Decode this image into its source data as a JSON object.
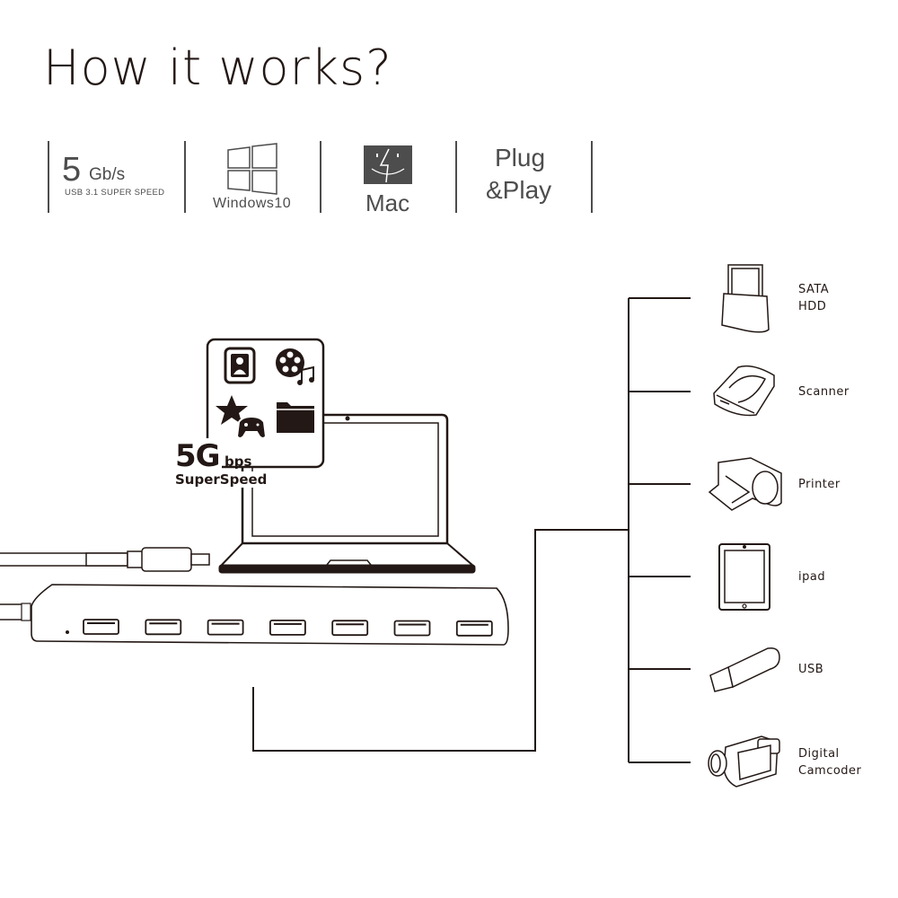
{
  "title": "How it works?",
  "features": {
    "speed": {
      "number": "5",
      "unit": "Gb/s",
      "subtitle": "USB 3.1 SUPER SPEED"
    },
    "windows": {
      "label": "Windows10",
      "icon": "windows-logo-icon"
    },
    "mac": {
      "label": "Mac",
      "icon": "mac-finder-icon"
    },
    "plug_and_play": {
      "line1": "Plug",
      "line2": "&Play"
    }
  },
  "speed_badge": {
    "big": "5G",
    "unit": "bps",
    "subtitle": "SuperSpeed"
  },
  "screen_popup_icons": [
    "contacts-icon",
    "media-reel-icon",
    "music-note-icon",
    "star-icon",
    "gamepad-icon",
    "folder-icon"
  ],
  "hub": {
    "port_count": 7
  },
  "devices": [
    {
      "label_lines": [
        "SATA",
        "HDD"
      ],
      "icon": "hdd-dock-icon"
    },
    {
      "label_lines": [
        "Scanner"
      ],
      "icon": "scanner-icon"
    },
    {
      "label_lines": [
        "Printer"
      ],
      "icon": "printer-icon"
    },
    {
      "label_lines": [
        "ipad"
      ],
      "icon": "tablet-icon"
    },
    {
      "label_lines": [
        "USB"
      ],
      "icon": "usb-stick-icon"
    },
    {
      "label_lines": [
        "Digital",
        "Camcoder"
      ],
      "icon": "camcorder-icon"
    }
  ],
  "colors": {
    "ink": "#231815",
    "gray": "#4d4d4d"
  }
}
